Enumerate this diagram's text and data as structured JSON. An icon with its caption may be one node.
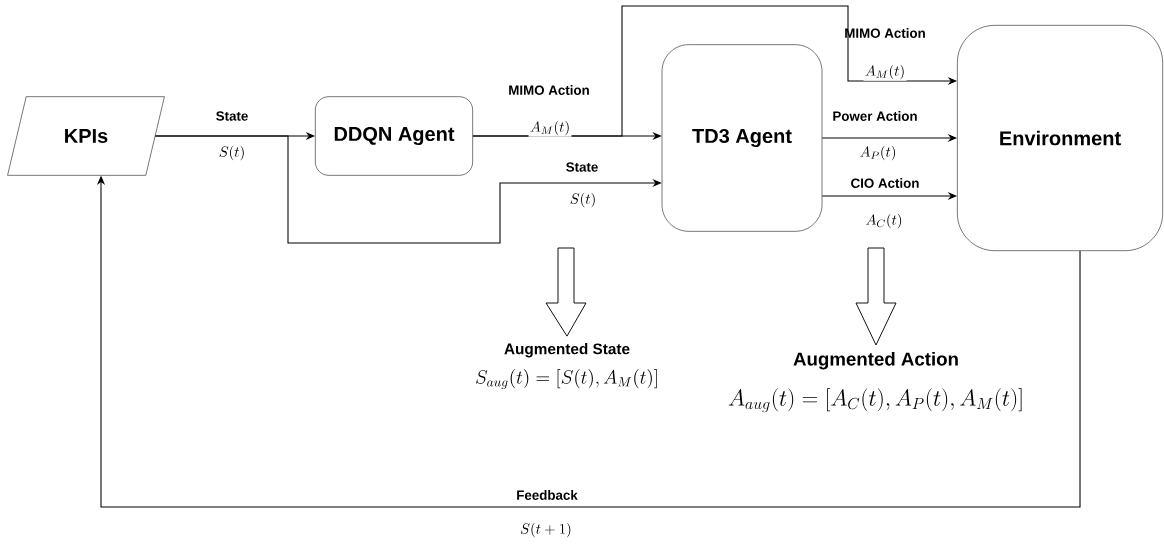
{
  "diagram": {
    "nodes": [
      {
        "text": [
          "KPIs"
        ]
      },
      {
        "text": [
          "DDQN Agent"
        ]
      },
      {
        "text": [
          "TD3 Agent"
        ]
      },
      {
        "text": [
          "Environment"
        ]
      },
      {
        "text": [
          "Augmented State",
          "S_{aug}(t) = [S(t), A_M(t)]"
        ]
      },
      {
        "text": [
          "Augmented Action",
          "A_{aug}(t) = [A_C(t), A_P(t), A_M(t)]"
        ]
      }
    ],
    "edges": [
      {
        "from": 0,
        "to": 1,
        "arrow": "to",
        "label": "State"
      },
      {
        "from": 1,
        "to": 2,
        "arrow": "to",
        "label": "MIMO Action"
      },
      {
        "from": 0,
        "to": 2,
        "arrow": "to",
        "label": "State"
      },
      {
        "from": 1,
        "to": 3,
        "arrow": "to",
        "label": "MIMO Action"
      },
      {
        "from": 2,
        "to": 3,
        "arrow": "to",
        "label": "Power Action"
      },
      {
        "from": 2,
        "to": 3,
        "arrow": "to",
        "label": "CIO Action"
      },
      {
        "from": 3,
        "to": 0,
        "arrow": "to",
        "label": "Feedback"
      },
      {
        "from": null,
        "to": 4,
        "arrow": "to"
      },
      {
        "from": null,
        "to": 5,
        "arrow": "to"
      }
    ],
    "labels": [
      "S(t)",
      "A_M(t)",
      "S(t)",
      "A_M(t)",
      "A_P(t)",
      "A_C(t)",
      "S(t+1)"
    ]
  }
}
